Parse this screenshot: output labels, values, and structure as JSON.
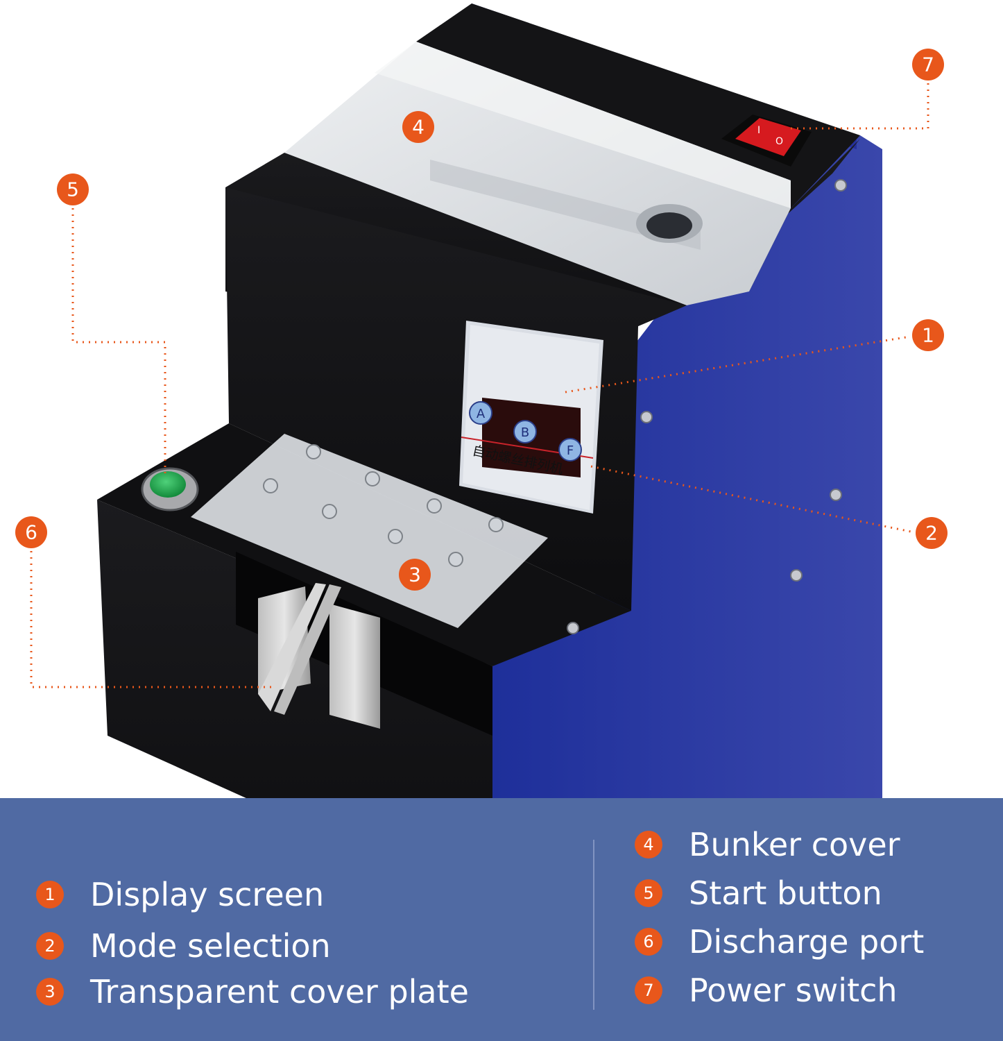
{
  "accent_color": "#e8571b",
  "panel_color": "#506aa3",
  "machine": {
    "panel_label": "自动螺丝排列机",
    "keys": [
      "A",
      "B",
      "F"
    ],
    "switch_marks": [
      "I",
      "O"
    ]
  },
  "callouts": [
    "1",
    "2",
    "3",
    "4",
    "5",
    "6",
    "7"
  ],
  "legend": {
    "left": [
      {
        "num": "1",
        "label": "Display screen"
      },
      {
        "num": "2",
        "label": "Mode selection"
      },
      {
        "num": "3",
        "label": "Transparent cover plate"
      }
    ],
    "right": [
      {
        "num": "4",
        "label": "Bunker cover"
      },
      {
        "num": "5",
        "label": "Start button"
      },
      {
        "num": "6",
        "label": "Discharge port"
      },
      {
        "num": "7",
        "label": "Power switch"
      }
    ]
  }
}
